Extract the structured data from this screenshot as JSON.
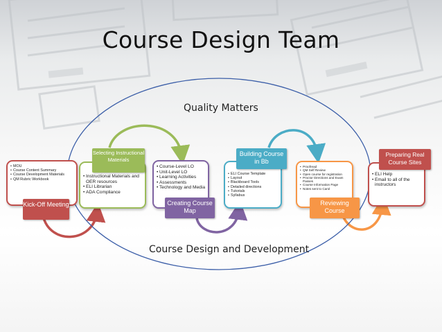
{
  "title": "Course Design Team",
  "labels": {
    "quality": "Quality Matters",
    "development": "Course Design and Development"
  },
  "colors": {
    "red": "#c0504d",
    "green": "#9bbb59",
    "purple": "#8064a2",
    "blue": "#4bacc6",
    "orange": "#f79646",
    "ellipse": "#3b5ea8"
  },
  "steps": [
    {
      "label": "Kick-Off Meeting",
      "items": [
        "MOU",
        "Course Content Summary",
        "Course Development Materials",
        "QM Rubric Workbook"
      ]
    },
    {
      "label": "Selecting Instructional Materials",
      "items": [
        "Instructional Materials and OER resources",
        "ELI Librarian",
        "ADA Compliance"
      ]
    },
    {
      "label": "Creating Course Map",
      "items": [
        "Course-Level LO",
        "Unit-Level LO",
        "Learning Activities",
        "Assessments",
        "Technology and Media"
      ]
    },
    {
      "label": "Building Course in Bb",
      "items": [
        "ELI Course Template",
        "Layout",
        "Blackboard Tools",
        "Detailed directions",
        "Tutorials",
        "Syllabus"
      ]
    },
    {
      "label": "Reviewing Course",
      "items": [
        "Proofread",
        "QM Self Review",
        "Open course for registration",
        "Proctor Directions and Exam Passes",
        "Course Information Page",
        "Notes sent to Carol"
      ]
    },
    {
      "label": "Preparing Real Course Sites",
      "items": [
        "ELI Help",
        "Email to all of the instructors"
      ]
    }
  ]
}
